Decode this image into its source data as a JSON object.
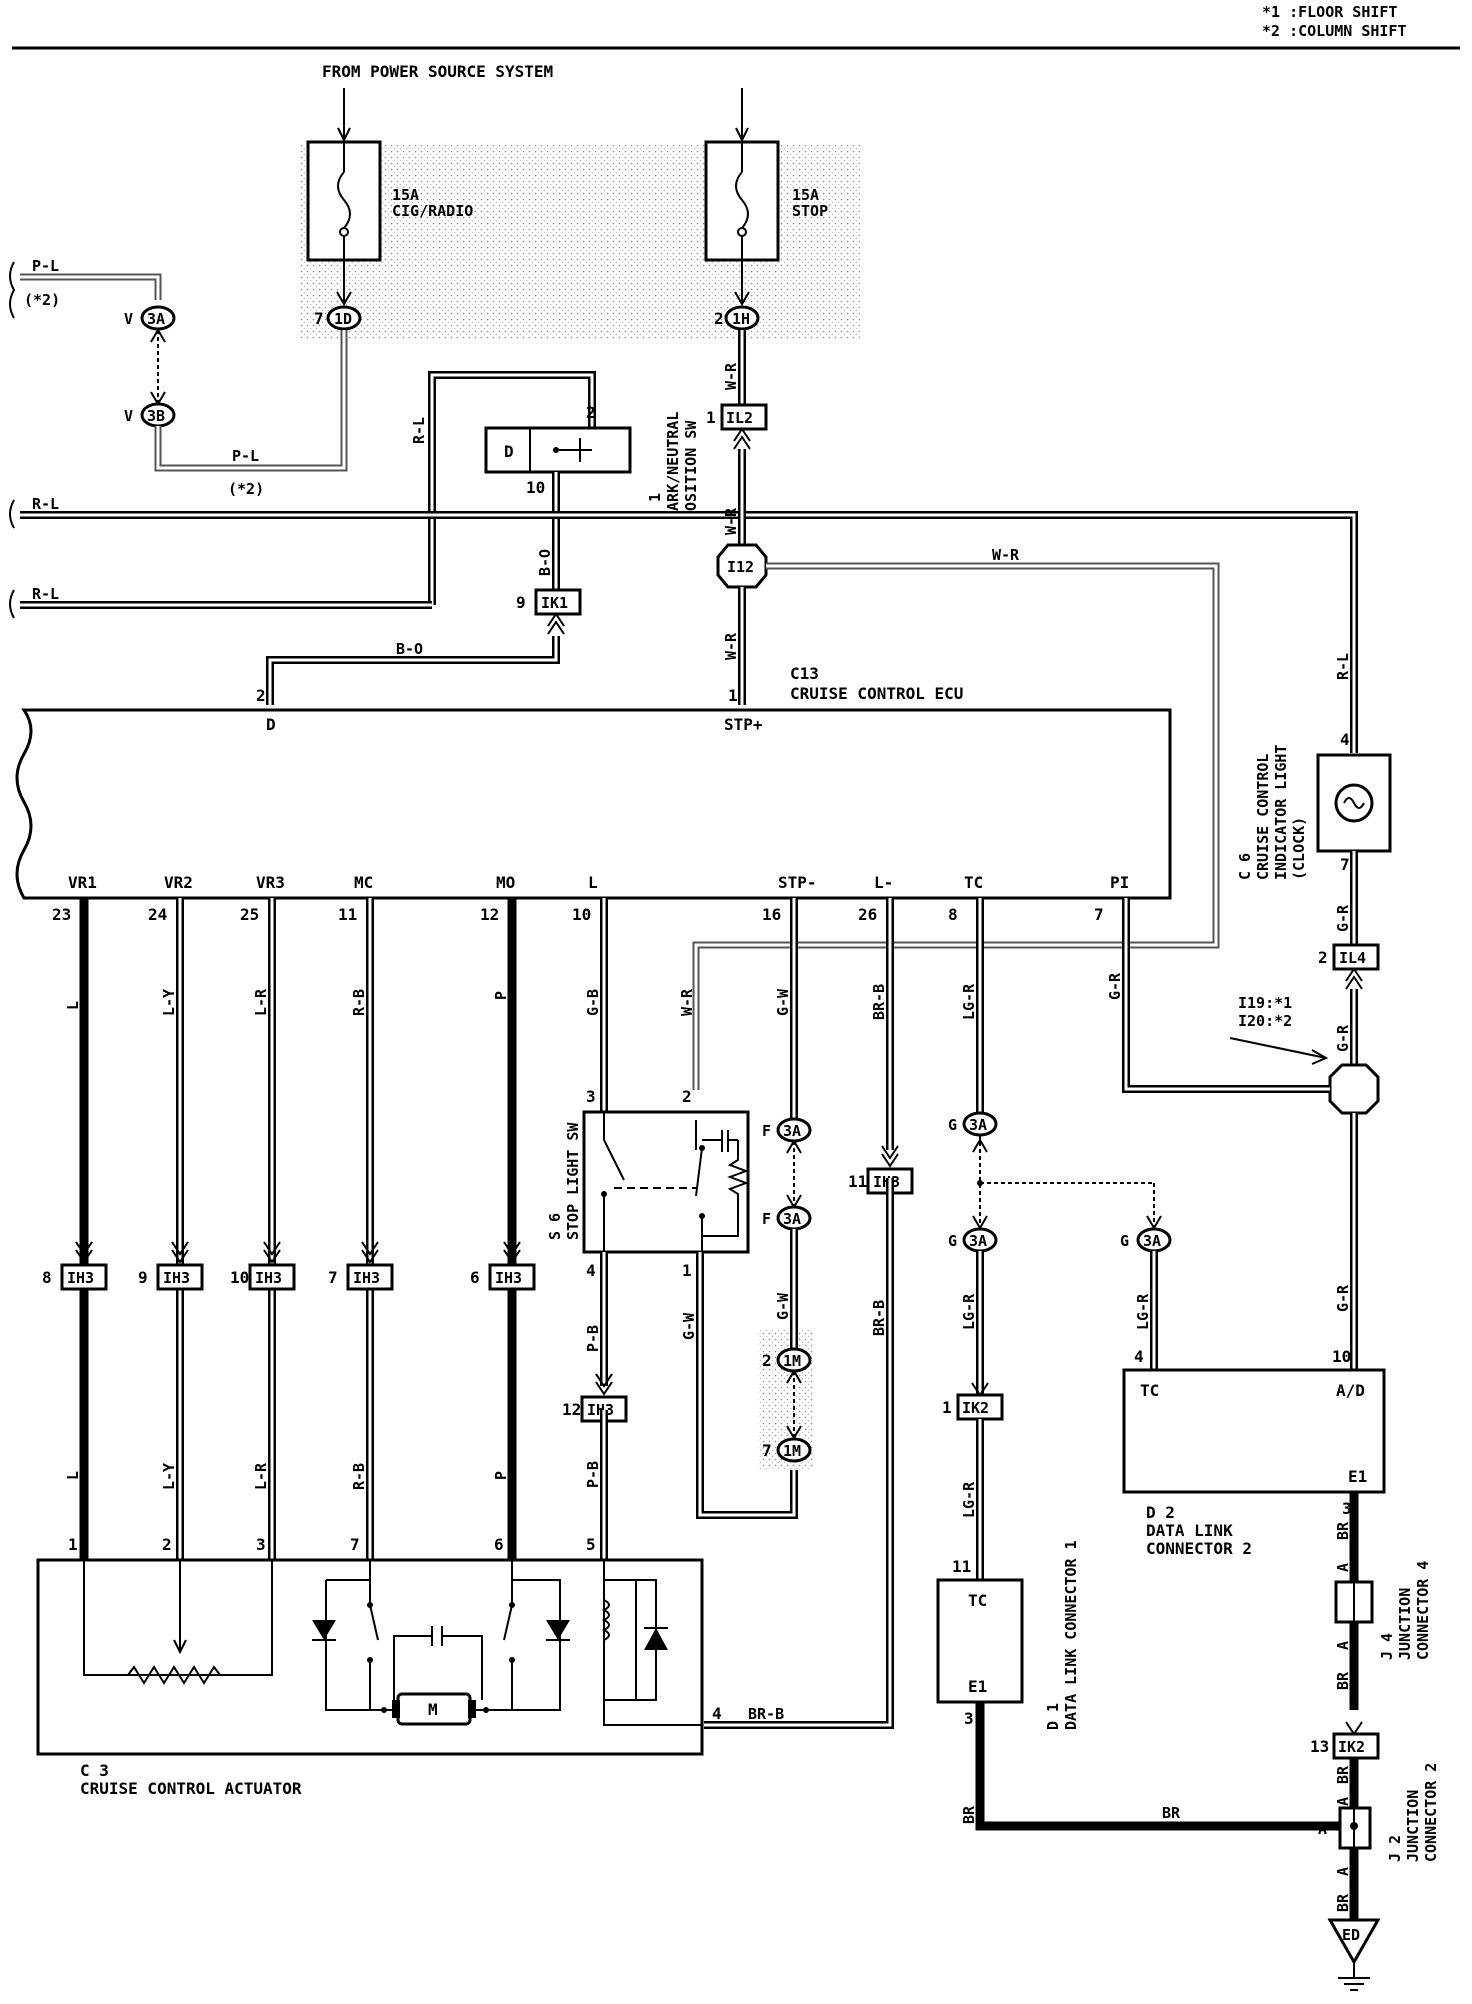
{
  "legend": {
    "line1": "*1 :FLOOR SHIFT",
    "line2": "*2 :COLUMN SHIFT"
  },
  "power_source_label": "FROM POWER SOURCE SYSTEM",
  "fuses": [
    {
      "rating": "15A",
      "name": "CIG/RADIO",
      "pin": "7",
      "connector": "1D"
    },
    {
      "rating": "15A",
      "name": "STOP",
      "pin": "2",
      "connector": "1H"
    }
  ],
  "junctions": {
    "j3a_top": "3A",
    "j3b": "3B",
    "il2": "IL2",
    "il2_pin": "1",
    "i12": "I12",
    "ik1": "IK1",
    "ik1_pin": "9",
    "il4": "IL4",
    "il4_pin": "2",
    "i19i20_a": "I19:*1",
    "i19i20_b": "I20:*2",
    "ih3": "IH3",
    "ik2": "IK2",
    "one_m": "1M",
    "v_letter": "V",
    "f_letter": "F",
    "g_letter": "G"
  },
  "wires": {
    "pl": "P-L",
    "pl_note": "(*2)",
    "rl": "R-L",
    "bo": "B-O",
    "wr": "W-R",
    "l": "L",
    "ly": "L-Y",
    "lr": "L-R",
    "rb": "R-B",
    "p": "P",
    "gb": "G-B",
    "gw": "G-W",
    "brb": "BR-B",
    "lgr": "LG-R",
    "gr": "G-R",
    "pb": "P-B",
    "br": "BR",
    "a": "A"
  },
  "components": {
    "p1": {
      "code": "P 1",
      "name1": "PARK/NEUTRAL",
      "name2": "POSITION SW",
      "terminal": "D",
      "pin_top": "2",
      "pin_bottom": "10"
    },
    "c13": {
      "code": "C13",
      "name": "CRUISE CONTROL ECU"
    },
    "c6": {
      "code": "C 6",
      "name1": "CRUISE CONTROL",
      "name2": "INDICATOR LIGHT",
      "name3": "(CLOCK)",
      "pin_top": "4",
      "pin_bottom": "7"
    },
    "s6": {
      "code": "S 6",
      "name": "STOP LIGHT SW"
    },
    "c3": {
      "code": "C 3",
      "name": "CRUISE CONTROL ACTUATOR",
      "motor": "M"
    },
    "d1": {
      "code": "D 1",
      "name": "DATA LINK CONNECTOR 1",
      "t1": "TC",
      "t2": "E1",
      "pin_top": "11",
      "pin_bottom": "3"
    },
    "d2": {
      "code": "D 2",
      "name1": "DATA LINK",
      "name2": "CONNECTOR 2",
      "t1": "TC",
      "t2": "A/D",
      "t3": "E1",
      "pin_tc": "4",
      "pin_ad": "10",
      "pin_e1": "3"
    },
    "j4": {
      "code": "J 4",
      "name1": "JUNCTION",
      "name2": "CONNECTOR 4"
    },
    "j2": {
      "code": "J 2",
      "name1": "JUNCTION",
      "name2": "CONNECTOR 2"
    },
    "ground": "ED"
  },
  "ecu_terminals_top": [
    {
      "name": "D",
      "pin": "2"
    },
    {
      "name": "STP+",
      "pin": "1"
    }
  ],
  "ecu_terminals_bottom": [
    {
      "name": "VR1",
      "pin": "23"
    },
    {
      "name": "VR2",
      "pin": "24"
    },
    {
      "name": "VR3",
      "pin": "25"
    },
    {
      "name": "MC",
      "pin": "11"
    },
    {
      "name": "MO",
      "pin": "12"
    },
    {
      "name": "L",
      "pin": "10"
    },
    {
      "name": "STP-",
      "pin": "16"
    },
    {
      "name": "L-",
      "pin": "26"
    },
    {
      "name": "TC",
      "pin": "8"
    },
    {
      "name": "PI",
      "pin": "7"
    }
  ],
  "ih3_pins": [
    "8",
    "9",
    "10",
    "7",
    "6",
    "12",
    "11"
  ],
  "actuator_pins": [
    "1",
    "2",
    "3",
    "7",
    "6",
    "5",
    "4"
  ],
  "s6_pins": [
    "3",
    "2",
    "4",
    "1"
  ],
  "misc_pins": {
    "m1a": "2",
    "m1b": "7",
    "ik2a": "1",
    "ik2b": "13"
  }
}
